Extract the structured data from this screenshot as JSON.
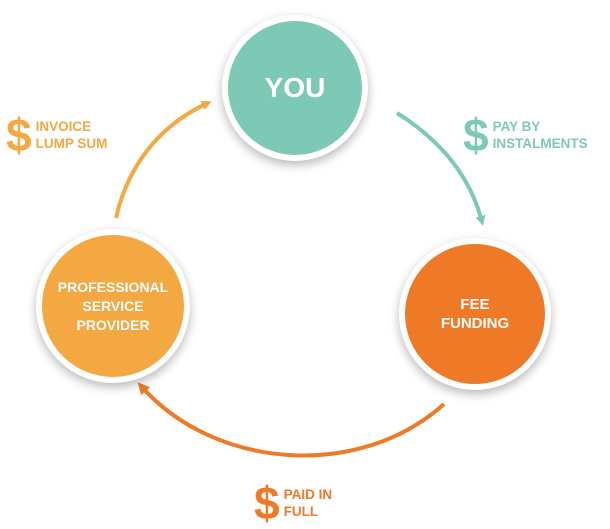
{
  "colors": {
    "teal": "#7dc9b6",
    "orange_dark": "#ee7a27",
    "orange_light": "#f3a841",
    "white": "#ffffff"
  },
  "nodes": {
    "you": "YOU",
    "fee_funding": "FEE\nFUNDING",
    "service_provider": "PROFESSIONAL\nSERVICE\nPROVIDER"
  },
  "flows": {
    "invoice": {
      "symbol": "$",
      "text": "INVOICE\nLUMP SUM"
    },
    "pay": {
      "symbol": "$",
      "text": "PAY BY\nINSTALMENTS"
    },
    "paid": {
      "symbol": "$",
      "text": "PAID IN\nFULL"
    }
  },
  "icons": {
    "arrows": [
      "arrow-icon",
      "arrow-icon",
      "arrow-icon"
    ]
  }
}
